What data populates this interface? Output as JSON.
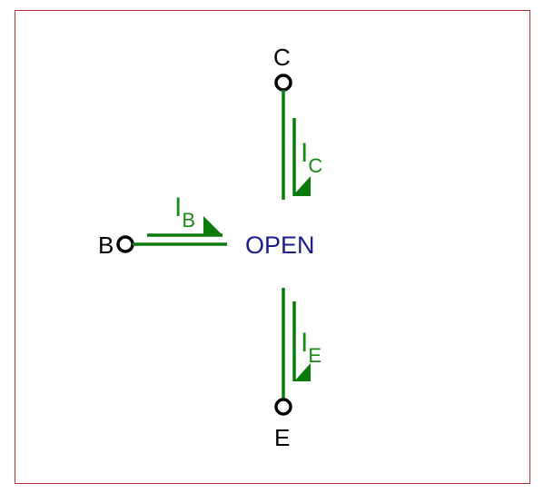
{
  "terminals": {
    "collector": "C",
    "base": "B",
    "emitter": "E"
  },
  "currents": {
    "base": {
      "symbol": "I",
      "subscript": "B"
    },
    "collector": {
      "symbol": "I",
      "subscript": "C"
    },
    "emitter": {
      "symbol": "I",
      "subscript": "E"
    }
  },
  "state_label": "OPEN",
  "colors": {
    "wire": "#0b7a0b",
    "current_label": "#1a8a1a",
    "state_label": "#1c1c8c",
    "terminal": "#000000",
    "frame": "#b8323a"
  }
}
